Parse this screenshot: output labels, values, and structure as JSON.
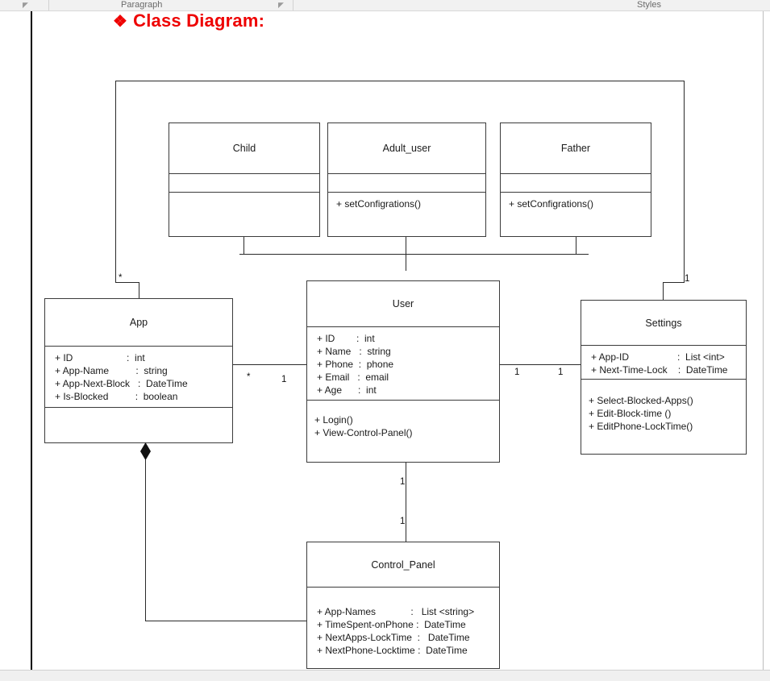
{
  "ribbon": {
    "paragraph_label": "Paragraph",
    "styles_label": "Styles",
    "dialog_launcher_1": "◤",
    "dialog_launcher_2": "◤"
  },
  "document": {
    "heading": {
      "bullet": "❖",
      "text": "Class Diagram:",
      "color": "#ee0000"
    }
  },
  "diagram": {
    "type": "uml-class-diagram",
    "classes": [
      {
        "id": "child",
        "name": "Child",
        "attributes": [],
        "methods": []
      },
      {
        "id": "adult_user",
        "name": "Adult_user",
        "attributes": [],
        "methods": [
          "+ setConfigrations()"
        ]
      },
      {
        "id": "father",
        "name": "Father",
        "attributes": [],
        "methods": [
          "+ setConfigrations()"
        ]
      },
      {
        "id": "app",
        "name": "App",
        "attributes": [
          "+ ID                    :  int",
          "+ App-Name          :  string",
          "+ App-Next-Block   :  DateTime",
          "+ Is-Blocked          :  boolean"
        ],
        "methods": []
      },
      {
        "id": "user",
        "name": "User",
        "attributes": [
          "+ ID        :  int",
          "+ Name   :  string",
          "+ Phone  :  phone",
          "+ Email   :  email",
          "+ Age      :  int"
        ],
        "methods": [
          "+ Login()",
          "+ View-Control-Panel()"
        ]
      },
      {
        "id": "settings",
        "name": "Settings",
        "attributes": [
          "+ App-ID                  :  List <int>",
          "+ Next-Time-Lock    :  DateTime"
        ],
        "methods": [
          "+ Select-Blocked-Apps()",
          "+ Edit-Block-time ()",
          "+ EditPhone-LockTime()"
        ]
      },
      {
        "id": "control_panel",
        "name": "Control_Panel",
        "attributes": [
          "+ App-Names             :   List <string>",
          "+ TimeSpent-onPhone :  DateTime",
          "+ NextApps-LockTime  :   DateTime",
          "+ NextPhone-Locktime :  DateTime"
        ],
        "methods": []
      }
    ],
    "multiplicities": {
      "app_tree_star": "*",
      "settings_tree_one": "1",
      "app_user_app_end": "*",
      "app_user_user_end": "1",
      "user_settings_user_end": "1",
      "user_settings_settings_end": "1",
      "user_panel_user_end": "1",
      "user_panel_panel_end": "1"
    },
    "relationships": [
      {
        "kind": "generalization",
        "from": [
          "Child",
          "Adult_user",
          "Father"
        ],
        "to": "User"
      },
      {
        "kind": "association",
        "from": "App",
        "to": "User",
        "from_mult": "*",
        "to_mult": "1"
      },
      {
        "kind": "association",
        "from": "User",
        "to": "Settings",
        "from_mult": "1",
        "to_mult": "1"
      },
      {
        "kind": "association",
        "from": "User",
        "to": "Control_Panel",
        "from_mult": "1",
        "to_mult": "1"
      },
      {
        "kind": "composition",
        "from": "App",
        "to": "Control_Panel"
      }
    ]
  }
}
